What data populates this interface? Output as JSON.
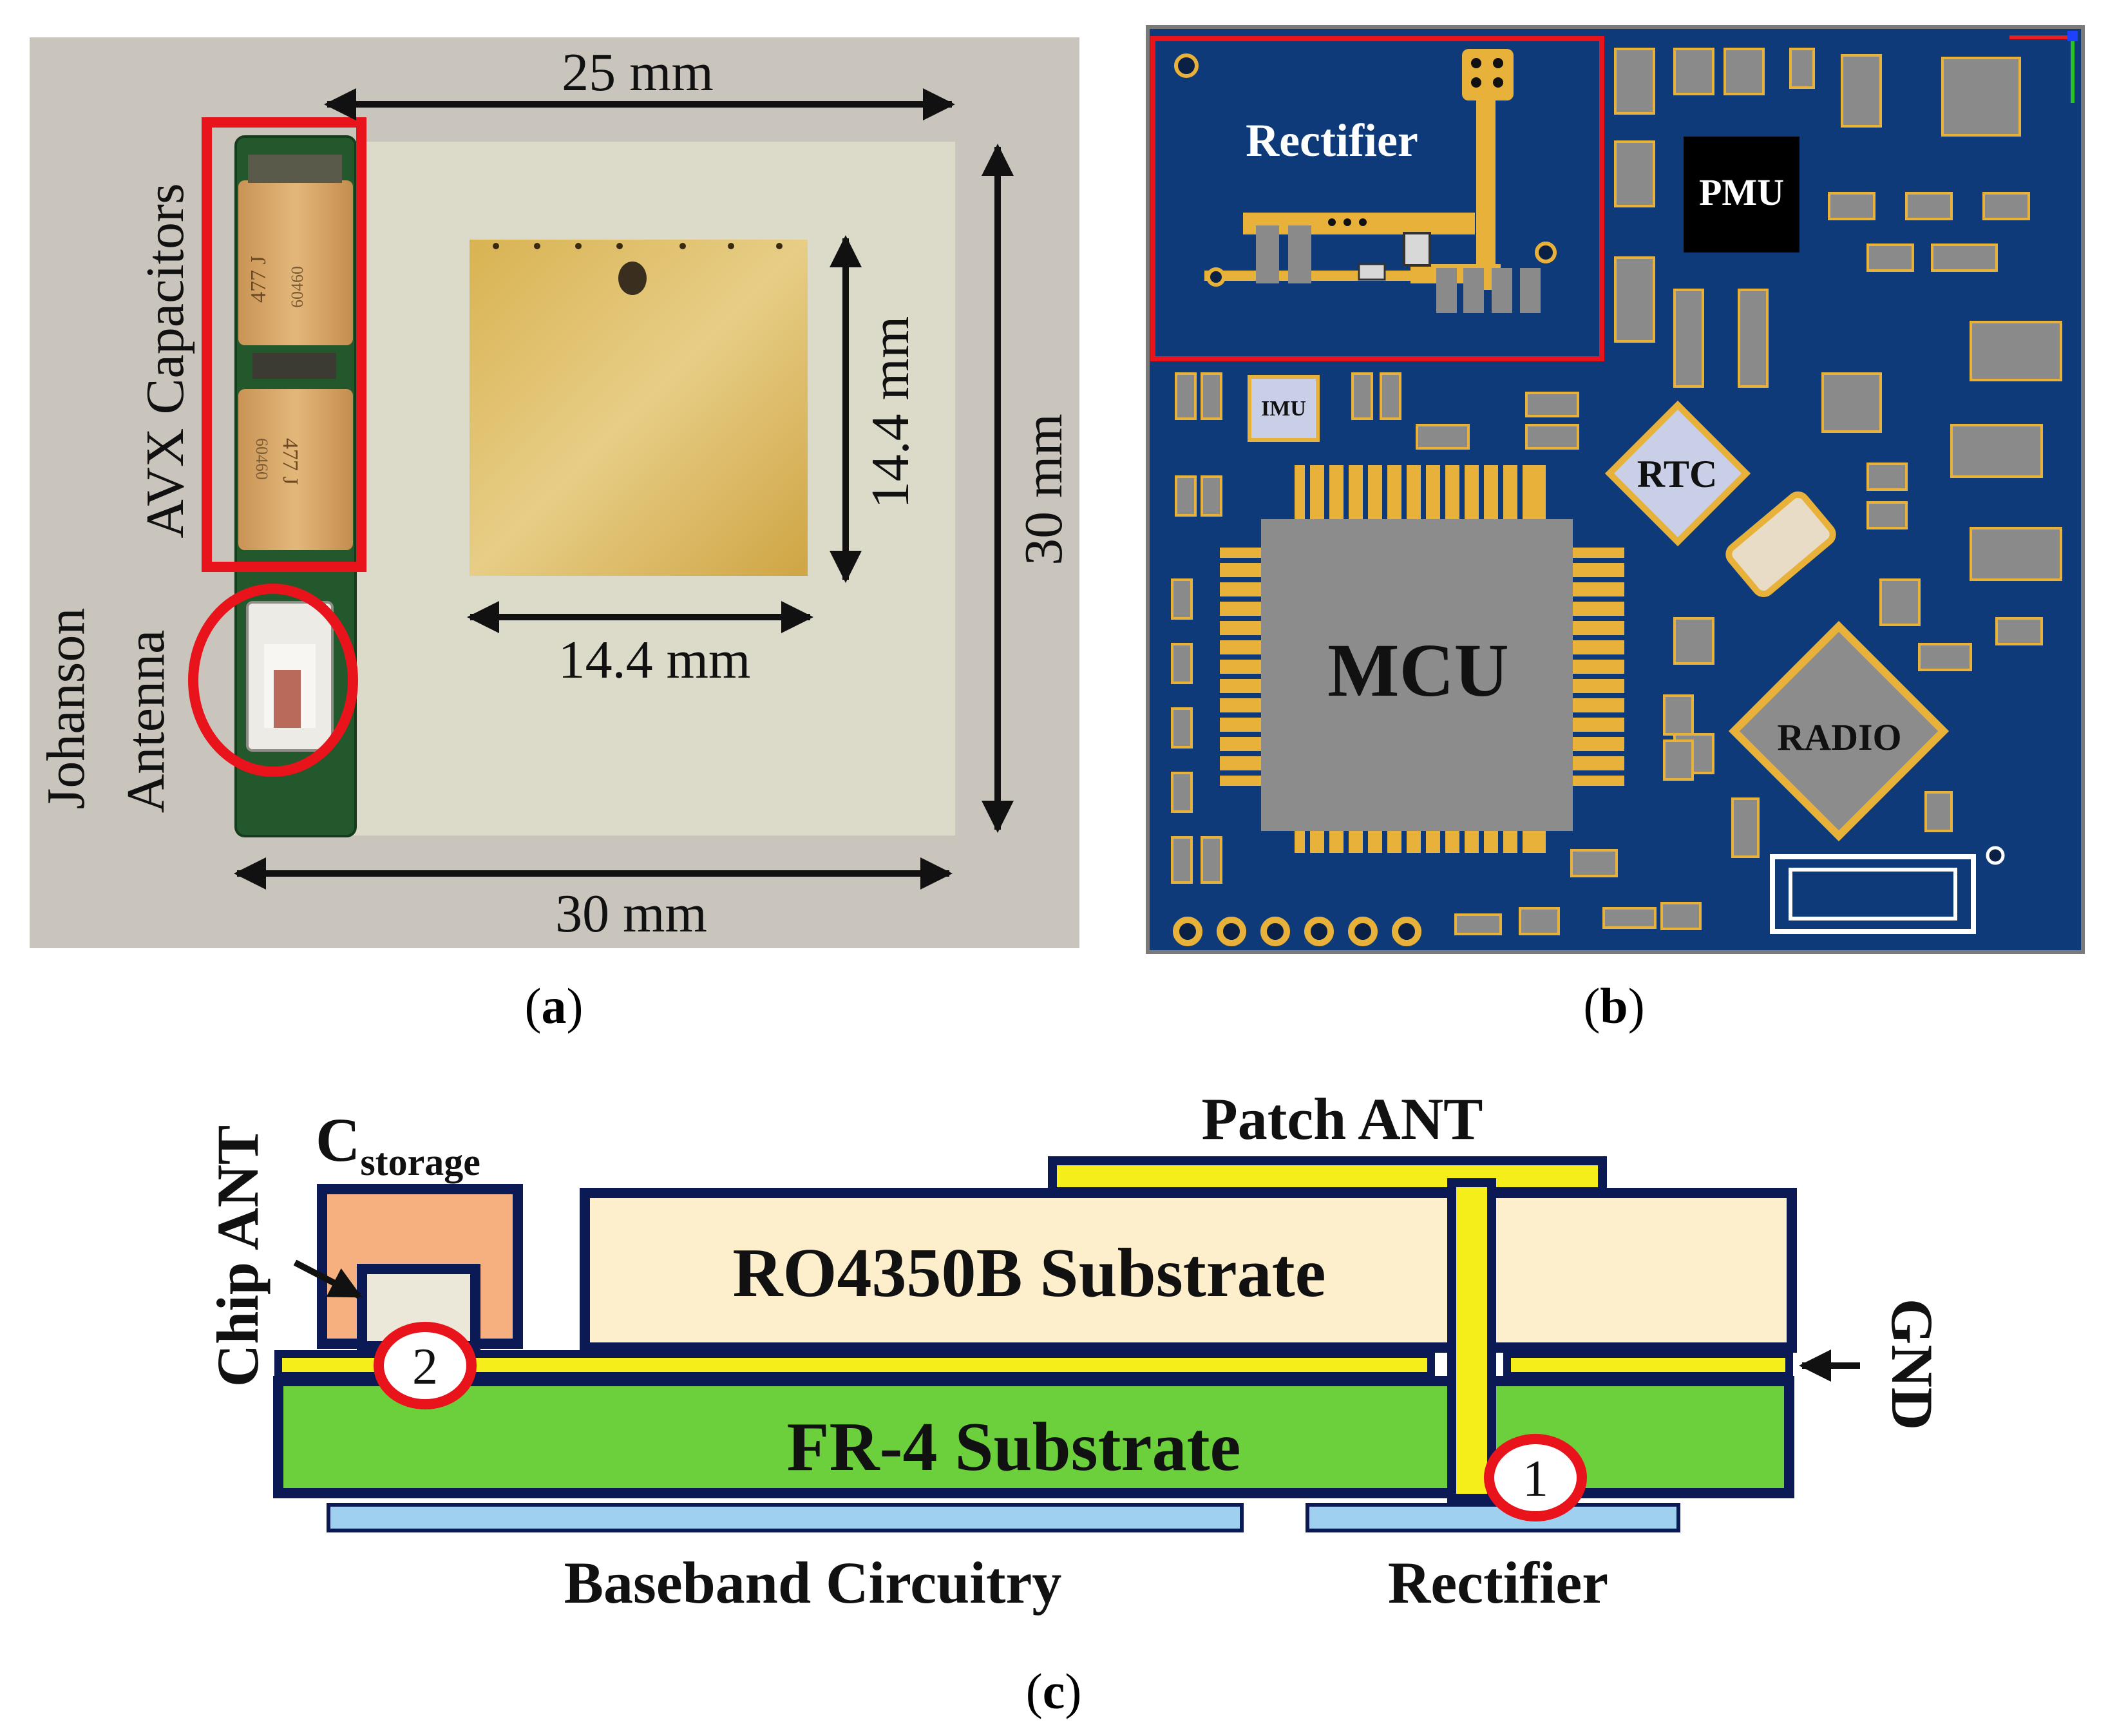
{
  "panel_a": {
    "caption": "a",
    "dim_top": "25 mm",
    "dim_bottom": "30 mm",
    "dim_right": "30 mm",
    "dim_patch_h": "14.4 mm",
    "dim_patch_v": "14.4 mm",
    "label_capacitors": "AVX Capacitors",
    "label_antenna_1": "Johanson",
    "label_antenna_2": "Antenna",
    "cap_marking_1a": "477 J",
    "cap_marking_1b": "60460",
    "cap_marking_2a": "477 J",
    "cap_marking_2b": "60460"
  },
  "panel_b": {
    "caption": "b",
    "rectifier": "Rectifier",
    "pmu": "PMU",
    "imu": "IMU",
    "rtc": "RTC",
    "mcu": "MCU",
    "radio": "RADIO"
  },
  "panel_c": {
    "caption": "c",
    "patch_ant": "Patch ANT",
    "c_storage_main": "C",
    "c_storage_sub": "storage",
    "chip_ant": "Chip ANT",
    "ro_substrate": "RO4350B Substrate",
    "fr4_substrate": "FR-4 Substrate",
    "gnd": "GND",
    "baseband": "Baseband Circuitry",
    "rectifier": "Rectifier",
    "marker_1": "1",
    "marker_2": "2"
  },
  "colors": {
    "highlight_red": "#e8131b",
    "pcb_blue": "#0e3a7a",
    "pad_gold": "#e8b23a",
    "fr4_green": "#6ccf3c",
    "ro_cream": "#fdefcc",
    "trace_yellow": "#f6ee1a",
    "stack_border": "#0b1a55",
    "cap_orange": "#f6b07f",
    "baseband_blue": "#9fd0ef"
  }
}
